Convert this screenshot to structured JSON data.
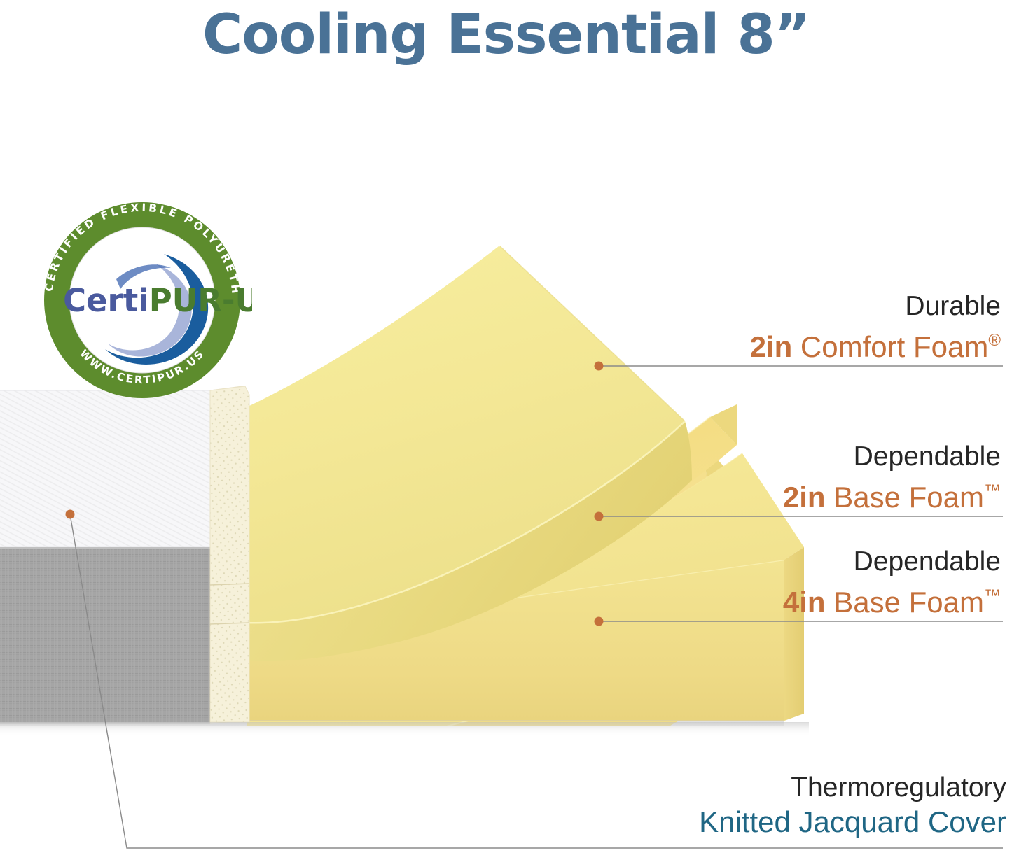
{
  "page": {
    "title": "Cooling Essential 8”",
    "background": "#ffffff",
    "title_color": "#4a7296"
  },
  "badge": {
    "name": "certipur-us-seal",
    "ring_color": "#5d8c2d",
    "outer_text": "CONTAINS CERTIFIED FLEXIBLE POLYURETHANE FOAM",
    "bottom_text": "WWW.CERTIPUR.US",
    "brand_part1": "Certi",
    "brand_part2": "PUR-US",
    "brand_registered": "®",
    "brand_part1_color": "#4a5a9e",
    "brand_part2_color": "#4a7c2f",
    "swoosh_color_dark": "#1a5d9e",
    "swoosh_color_light": "#9aa8d4"
  },
  "product": {
    "layers": [
      {
        "name": "knitted-jacquard-cover-top",
        "color": "#f6f6f8"
      },
      {
        "name": "knitted-jacquard-cover-side",
        "color": "#a3a3a3"
      },
      {
        "name": "perforated-transition-foam",
        "color": "#f4efd7"
      },
      {
        "name": "comfort-foam-slab",
        "color": "#f4e898"
      },
      {
        "name": "base-foam-slab-2in",
        "color": "#f3e392"
      },
      {
        "name": "base-foam-slab-4in",
        "color": "#f2e28f"
      }
    ]
  },
  "callouts": [
    {
      "id": "comfort-foam",
      "top_text": "Durable",
      "main_prefix": "2in",
      "main_text": " Comfort Foam",
      "superscript": "®",
      "color": "#c4703b",
      "dot_color": "#c4703b"
    },
    {
      "id": "base-foam-2in",
      "top_text": "Dependable",
      "main_prefix": "2in",
      "main_text": " Base Foam",
      "superscript": "™",
      "color": "#c4703b",
      "dot_color": "#c4703b"
    },
    {
      "id": "base-foam-4in",
      "top_text": "Dependable",
      "main_prefix": "4in",
      "main_text": " Base Foam",
      "superscript": "™",
      "color": "#c4703b",
      "dot_color": "#c4703b"
    },
    {
      "id": "jacquard-cover",
      "top_text": "Thermoregulatory",
      "main_prefix": "",
      "main_text": "Knitted Jacquard Cover",
      "superscript": "",
      "color": "#1f6684",
      "dot_color": "#c4703b"
    }
  ]
}
